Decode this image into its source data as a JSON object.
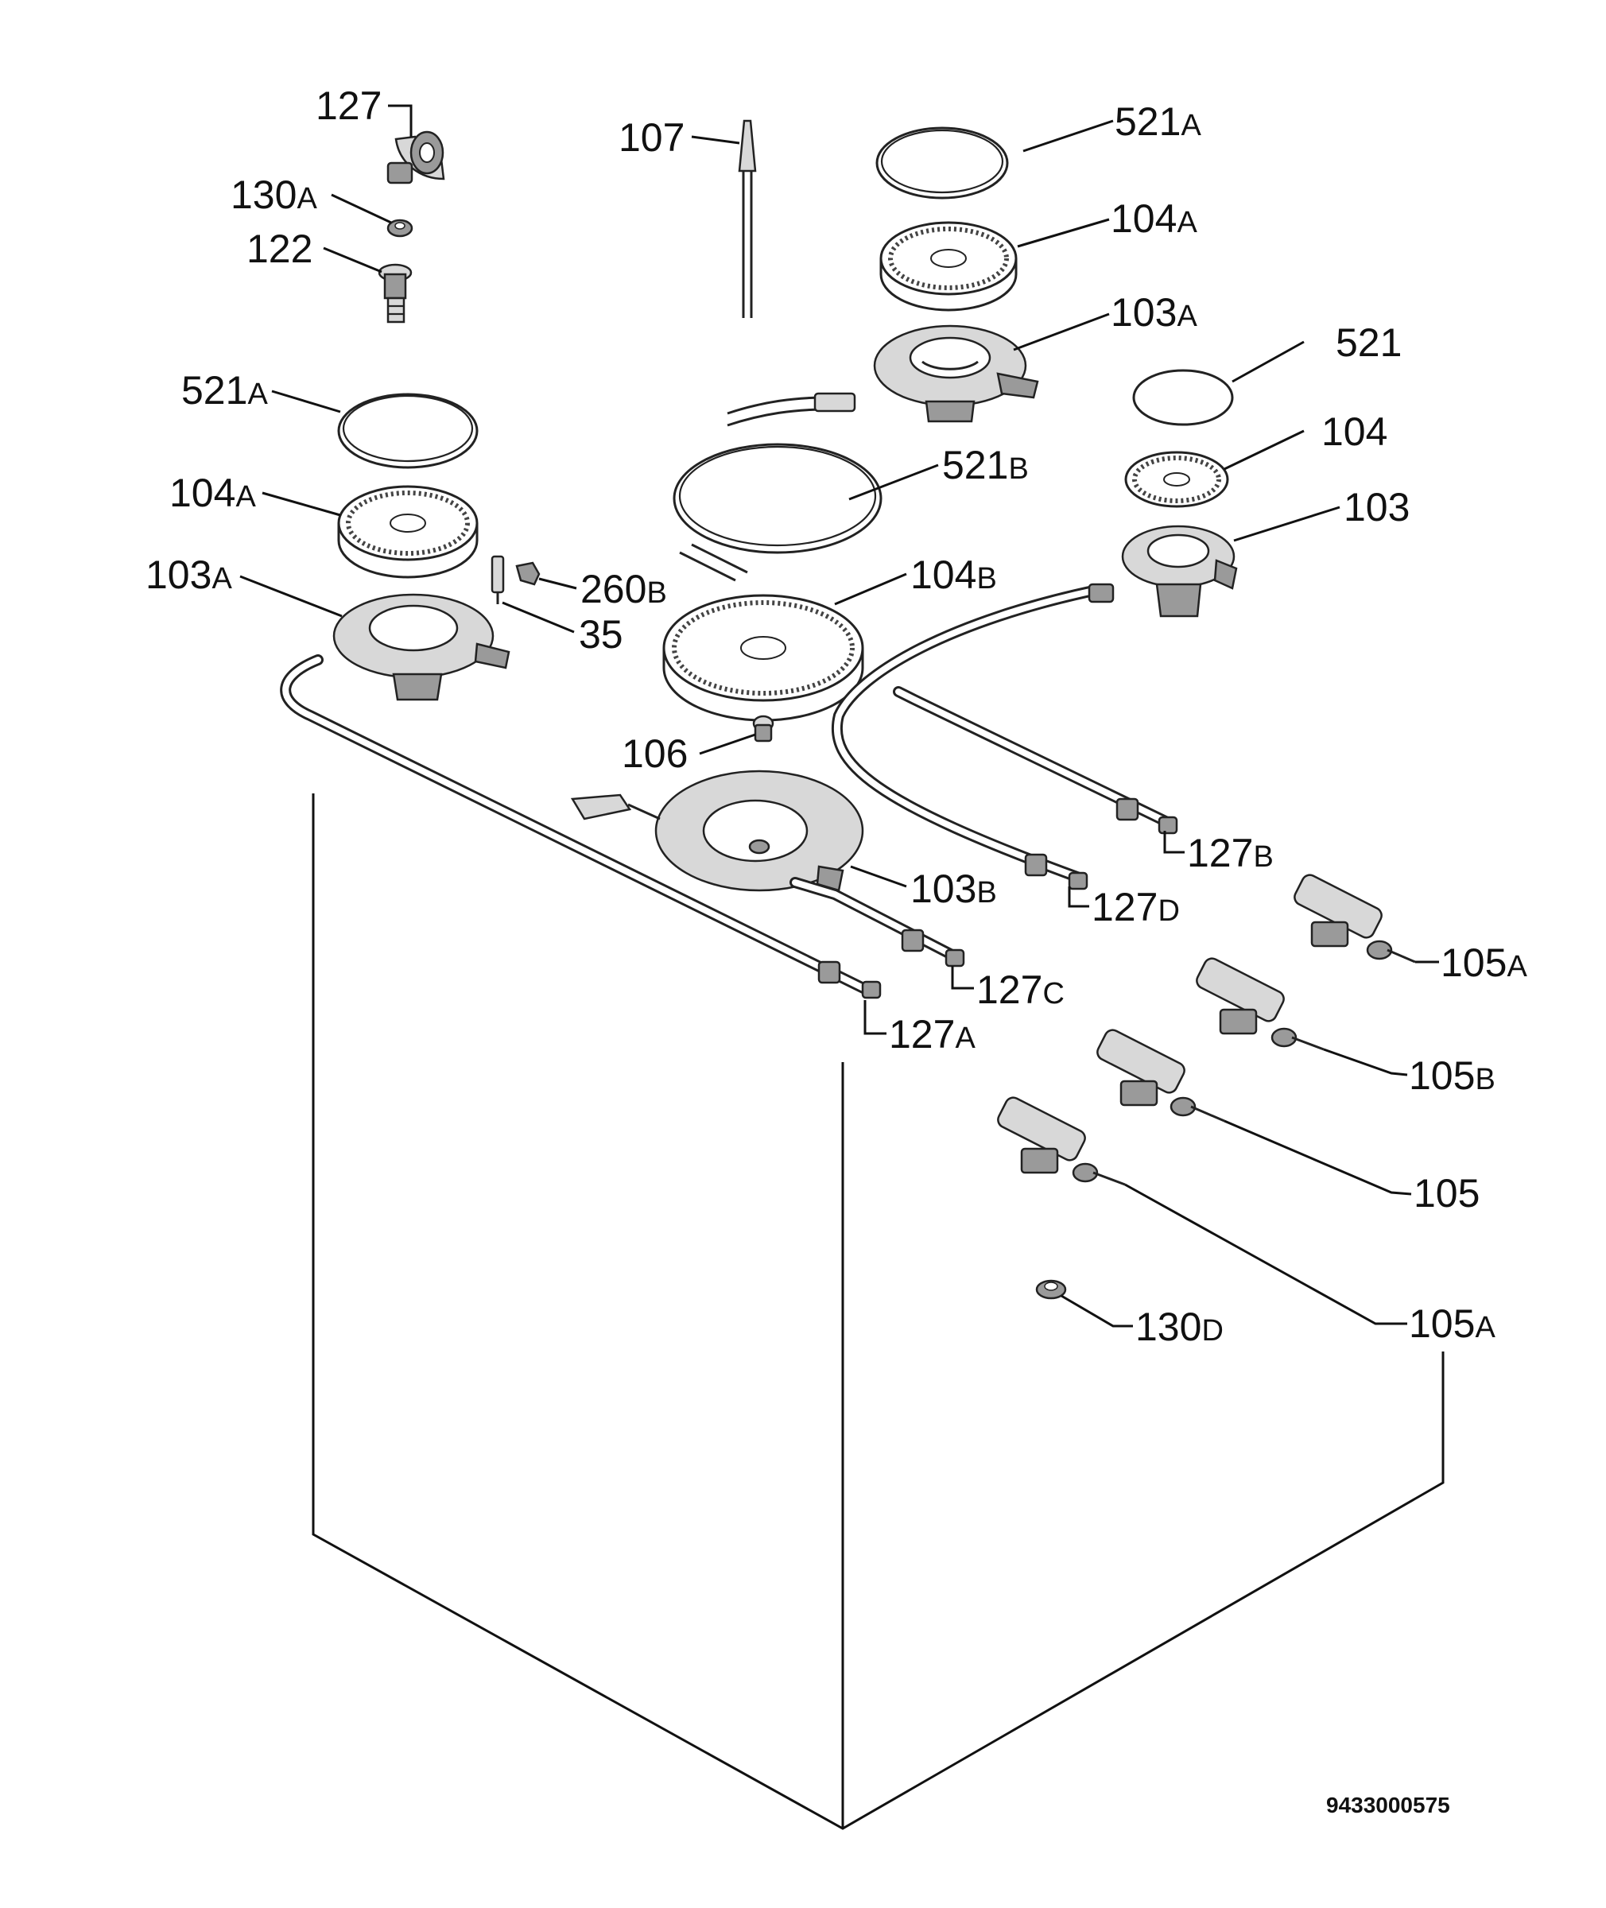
{
  "labels": [
    {
      "id": "127-top",
      "text": "127",
      "sub": ""
    },
    {
      "id": "130a-top",
      "text": "130",
      "sub": "A"
    },
    {
      "id": "122",
      "text": "122",
      "sub": ""
    },
    {
      "id": "107",
      "text": "107",
      "sub": ""
    },
    {
      "id": "521a-right",
      "text": "521",
      "sub": "A"
    },
    {
      "id": "104a-right",
      "text": "104",
      "sub": "A"
    },
    {
      "id": "103a-right",
      "text": "103",
      "sub": "A"
    },
    {
      "id": "521",
      "text": "521",
      "sub": ""
    },
    {
      "id": "104",
      "text": "104",
      "sub": ""
    },
    {
      "id": "103",
      "text": "103",
      "sub": ""
    },
    {
      "id": "521a-left",
      "text": "521",
      "sub": "A"
    },
    {
      "id": "104a-left",
      "text": "104",
      "sub": "A"
    },
    {
      "id": "103a-left",
      "text": "103",
      "sub": "A"
    },
    {
      "id": "521b",
      "text": "521",
      "sub": "B"
    },
    {
      "id": "104b",
      "text": "104",
      "sub": "B"
    },
    {
      "id": "260b",
      "text": "260",
      "sub": "B"
    },
    {
      "id": "35",
      "text": "35",
      "sub": ""
    },
    {
      "id": "106",
      "text": "106",
      "sub": ""
    },
    {
      "id": "103b",
      "text": "103",
      "sub": "B"
    },
    {
      "id": "127b",
      "text": "127",
      "sub": "B"
    },
    {
      "id": "127d",
      "text": "127",
      "sub": "D"
    },
    {
      "id": "127c",
      "text": "127",
      "sub": "C"
    },
    {
      "id": "127a",
      "text": "127",
      "sub": "A"
    },
    {
      "id": "105a-top",
      "text": "105",
      "sub": "A"
    },
    {
      "id": "105b",
      "text": "105",
      "sub": "B"
    },
    {
      "id": "105",
      "text": "105",
      "sub": ""
    },
    {
      "id": "105a-bottom",
      "text": "105",
      "sub": "A"
    },
    {
      "id": "130d",
      "text": "130",
      "sub": "D"
    }
  ],
  "drawing_code": "9433000575"
}
